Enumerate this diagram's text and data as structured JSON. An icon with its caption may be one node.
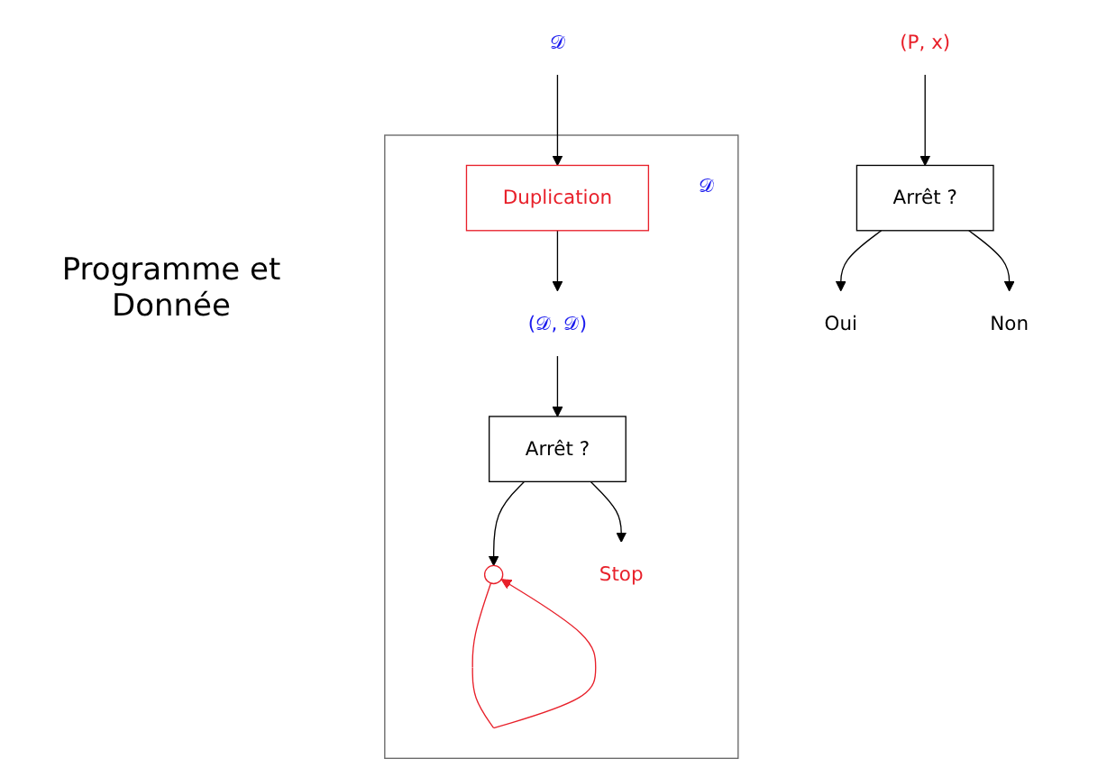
{
  "diagram": {
    "nodes": [
      {
        "text": [
          "(P, x)"
        ]
      },
      {
        "text": [
          "Arrêt ?"
        ]
      },
      {
        "text": [
          "Oui"
        ]
      },
      {
        "text": [
          "Non"
        ]
      },
      {
        "text": [
          "𝒟"
        ]
      },
      {
        "text": [
          "𝒟"
        ]
      },
      {
        "text": [
          "Duplication"
        ],
        "in": 5
      },
      {
        "text": [
          "(𝒟, 𝒟)"
        ],
        "in": 5
      },
      {
        "text": [
          "Arrêt ?"
        ],
        "in": 5
      },
      {
        "text": [],
        "shape": "circle",
        "in": 5
      },
      {
        "text": [
          "Stop"
        ],
        "in": 5
      }
    ],
    "edges": [
      {
        "from": 0,
        "to": 1,
        "arrow": "to"
      },
      {
        "from": 1,
        "to": 2,
        "arrow": "to"
      },
      {
        "from": 1,
        "to": 3,
        "arrow": "to"
      },
      {
        "from": 4,
        "to": 6,
        "arrow": "to"
      },
      {
        "from": 6,
        "to": 7,
        "arrow": "to"
      },
      {
        "from": 7,
        "to": 8,
        "arrow": "to"
      },
      {
        "from": 8,
        "to": 9,
        "arrow": "to"
      },
      {
        "from": 8,
        "to": 10,
        "arrow": "to"
      },
      {
        "from": 9,
        "to": 9,
        "arrow": "to",
        "color": "#e8202a"
      }
    ],
    "labels": [
      "Programme et Donnée"
    ]
  }
}
